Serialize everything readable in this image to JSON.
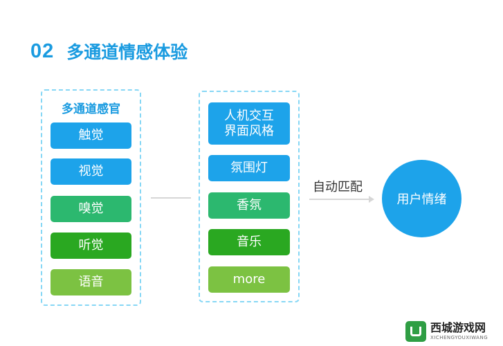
{
  "title": {
    "number": "02",
    "text": "多通道情感体验"
  },
  "left_panel": {
    "title": "多通道感官",
    "items": [
      {
        "label": "触觉",
        "color": "#1da3ea"
      },
      {
        "label": "视觉",
        "color": "#1da3ea"
      },
      {
        "label": "嗅觉",
        "color": "#2cb86f"
      },
      {
        "label": "听觉",
        "color": "#2aa821"
      },
      {
        "label": "语音",
        "color": "#7cc242"
      }
    ]
  },
  "mid_panel": {
    "items": [
      {
        "label": "人机交互\n界面风格",
        "color": "#1da3ea"
      },
      {
        "label": "氛围灯",
        "color": "#1da3ea"
      },
      {
        "label": "香氛",
        "color": "#2cb86f"
      },
      {
        "label": "音乐",
        "color": "#2aa821"
      },
      {
        "label": "more",
        "color": "#7cc242"
      }
    ]
  },
  "connector_label": "自动匹配",
  "target": {
    "label": "用户情绪",
    "color": "#1da3ea"
  },
  "watermark": {
    "name": "西城游戏网",
    "sub": "XICHENGYOUXIWANG"
  }
}
